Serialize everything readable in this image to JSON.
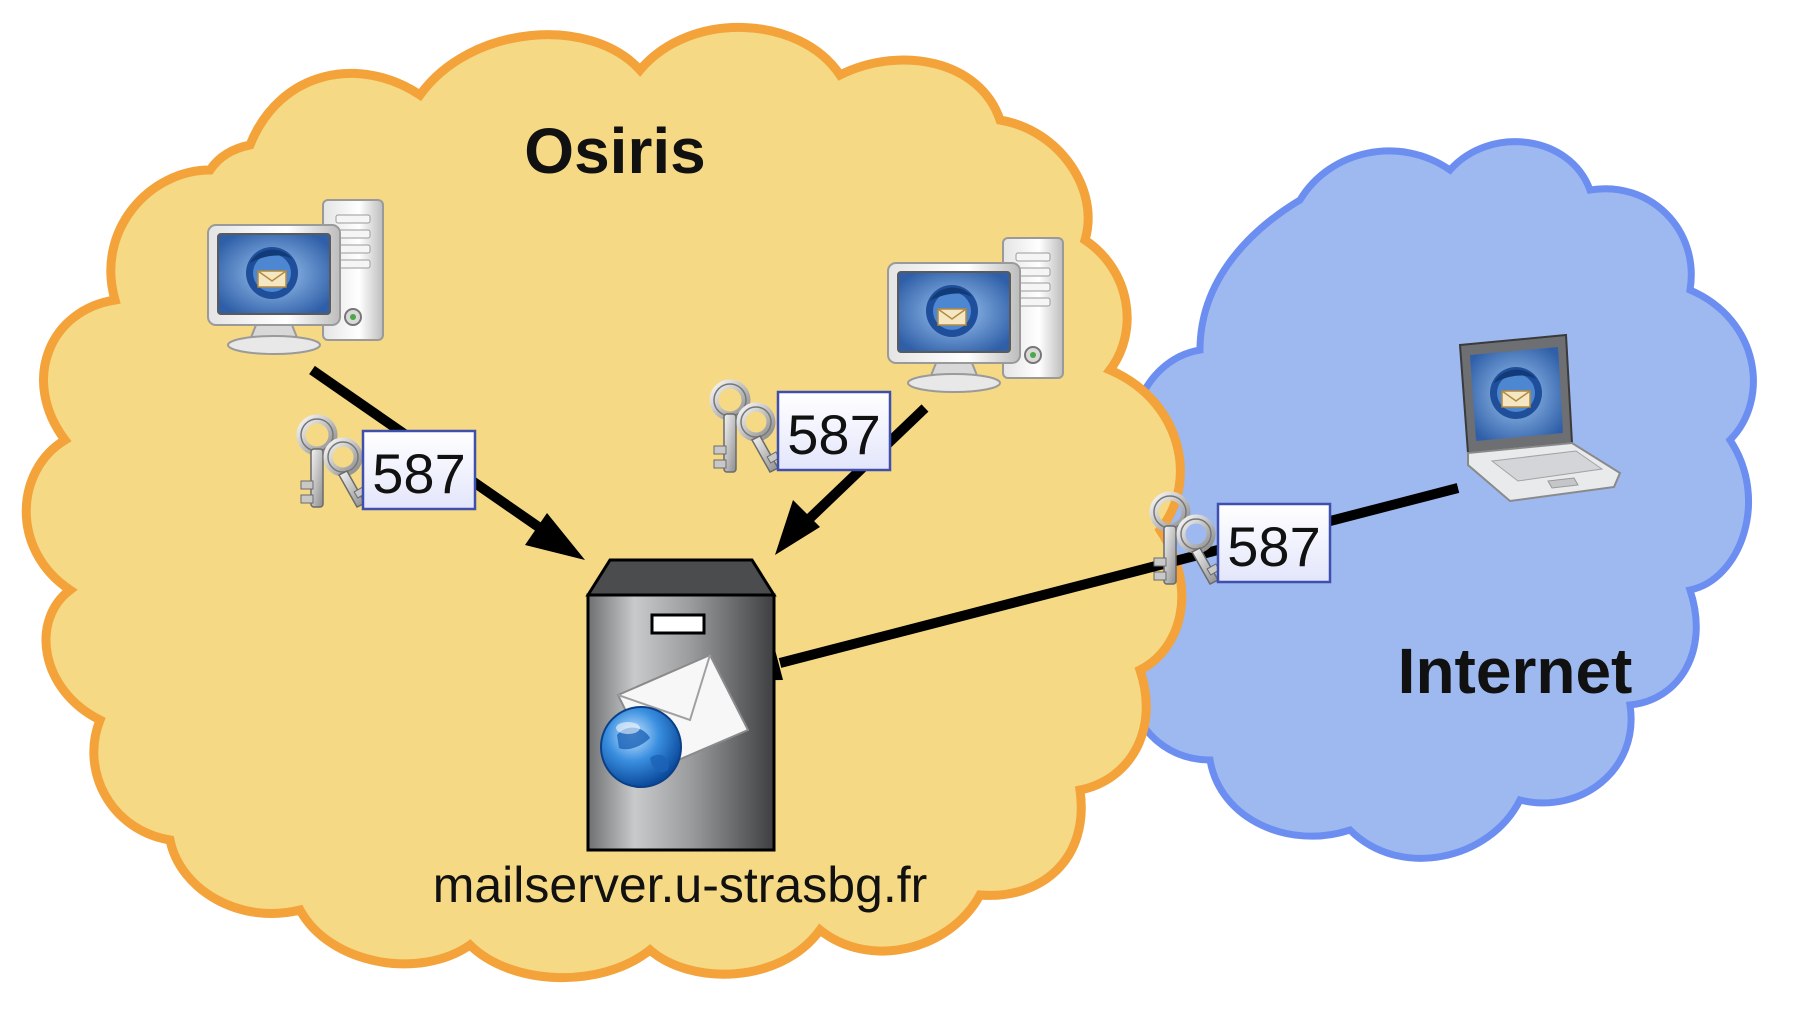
{
  "osiris": {
    "label": "Osiris",
    "fill": "#f5d985",
    "stroke": "#f3a33a"
  },
  "internet": {
    "label": "Internet",
    "fill": "#9db9f0",
    "stroke": "#6b8ef0"
  },
  "server": {
    "label": "mailserver.u-strasbg.fr"
  },
  "connections": [
    {
      "port": "587",
      "client": "desktop-left"
    },
    {
      "port": "587",
      "client": "desktop-right"
    },
    {
      "port": "587",
      "client": "laptop"
    }
  ],
  "icons": {
    "client": "desktop-computer-icon",
    "laptop": "laptop-icon",
    "server": "mail-server-icon",
    "keys": "keys-icon",
    "envelope": "envelope-icon",
    "globe": "globe-icon",
    "mail_client": "thunderbird-icon"
  }
}
